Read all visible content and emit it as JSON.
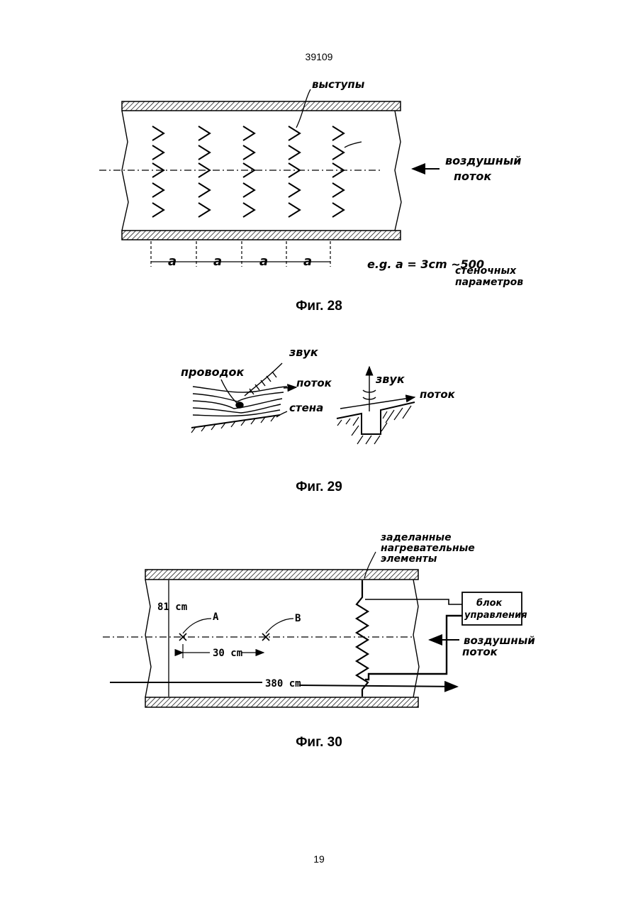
{
  "header": {
    "doc_number": "39109"
  },
  "footer": {
    "page_number": "19"
  },
  "fig28": {
    "caption": "Фиг. 28",
    "label_protrusions": "выступы",
    "label_airflow_1": "воздушный",
    "label_airflow_2": "поток",
    "spacing_symbol": "a",
    "note_line1": "e.g. a = 3cm ~500",
    "note_line2": "стеночных",
    "note_line3": "параметров"
  },
  "fig29": {
    "caption": "Фиг. 29",
    "label_sound_left": "звук",
    "label_wire": "проводок",
    "label_flow_left": "поток",
    "label_wall": "стена",
    "label_sound_right": "звук",
    "label_flow_right": "поток"
  },
  "fig30": {
    "caption": "Фиг. 30",
    "label_heaters_1": "заделанные",
    "label_heaters_2": "нагревательные",
    "label_heaters_3": "элементы",
    "label_height": "81 cm",
    "label_a": "A",
    "label_b": "B",
    "label_ab_dist": "30 cm",
    "label_length": "380 cm",
    "control_unit_1": "блок",
    "control_unit_2": "управления",
    "label_airflow_1": "воздушный",
    "label_airflow_2": "поток"
  }
}
